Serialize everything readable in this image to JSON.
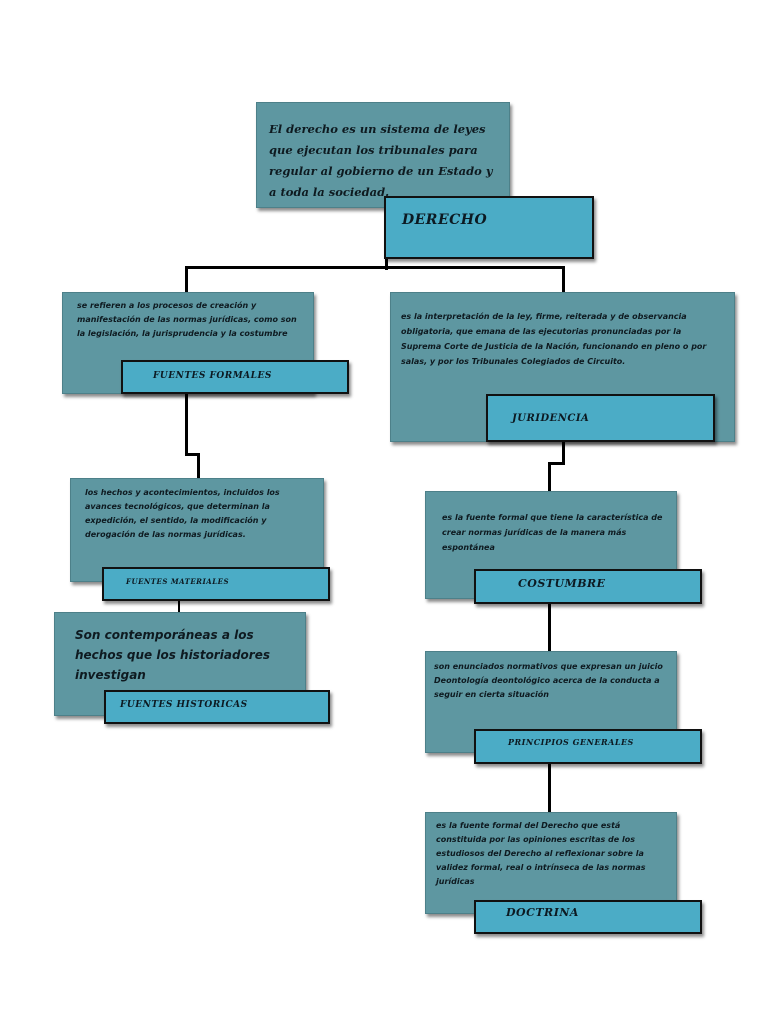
{
  "root": {
    "description": "El derecho es un sistema de leyes que ejecutan los tribunales para regular al gobierno de un Estado y a toda la sociedad.",
    "label": "DERECHO"
  },
  "fuentes_formales": {
    "description": "se refieren a los procesos de creación y manifestación de las normas jurídicas, como son la legislación, la jurisprudencia y la costumbre",
    "label": "FUENTES FORMALES"
  },
  "fuentes_materiales": {
    "description": "los hechos y acontecimientos, incluidos los avances tecnológicos, que determinan la expedición, el sentido, la modificación y derogación de las normas jurídicas.",
    "label": "FUENTES MATERIALES"
  },
  "fuentes_historicas": {
    "description": "Son contemporáneas a los hechos que los historiadores investigan",
    "label": "FUENTES HISTORICAS"
  },
  "jurisprudencia": {
    "description": "es la interpretación de la ley, firme, reiterada y de observancia obligatoria, que emana de las ejecutorias pronunciadas por la Suprema Corte de Justicia de la Nación, funcionando en pleno o por salas, y por los Tribunales Colegiados de Circuito.",
    "label": "JURIDENCIA"
  },
  "costumbre": {
    "description": "es la fuente formal que tiene la característica de crear normas jurídicas de la manera más espontánea",
    "label": "COSTUMBRE"
  },
  "principios_generales": {
    "description": "son enunciados normativos que expresan un juicio Deontología deontológico acerca de la conducta a seguir en cierta situación",
    "label": "PRINCIPIOS GENERALES"
  },
  "doctrina": {
    "description": "es la fuente formal del Derecho que está constituida por las opiniones escritas de los estudiosos del Derecho al reflexionar sobre la validez formal, real o intrínseca de las normas jurídicas",
    "label": "DOCTRINA"
  },
  "colors": {
    "description_box": "#5e97a1",
    "label_box": "#4bacc6",
    "connector": "#000000"
  }
}
